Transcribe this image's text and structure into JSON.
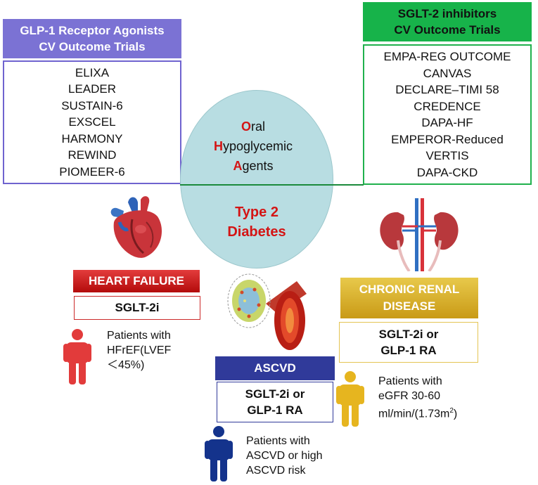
{
  "glp1": {
    "title_line1": "GLP-1 Receptor Agonists",
    "title_line2": "CV Outcome Trials",
    "trials": [
      "ELIXA",
      "LEADER",
      "SUSTAIN-6",
      "EXSCEL",
      "HARMONY",
      "REWIND",
      "PIOMEER-6"
    ],
    "color": "#7b72d4"
  },
  "sglt2": {
    "title_line1": "SGLT-2 inhibitors",
    "title_line2": "CV Outcome Trials",
    "trials": [
      "EMPA-REG OUTCOME",
      "CANVAS",
      "DECLARE–TIMI 58",
      "CREDENCE",
      "DAPA-HF",
      "EMPEROR-Reduced",
      "VERTIS",
      "DAPA-CKD"
    ],
    "color": "#17b34a"
  },
  "center": {
    "oha_line1_initial": "O",
    "oha_line1_rest": "ral",
    "oha_line2_initial": "H",
    "oha_line2_rest": "ypoglycemic",
    "oha_line3_initial": "A",
    "oha_line3_rest": "gents",
    "t2d_line1": "Type 2",
    "t2d_line2": "Diabetes"
  },
  "heart_failure": {
    "title": "HEART FAILURE",
    "therapy": "SGLT-2i",
    "note_line1": "Patients with",
    "note_line2": "HFrEF(LVEF",
    "note_line3": "＜45%)",
    "color": "#d42a2a"
  },
  "ascvd": {
    "title": "ASCVD",
    "therapy_line1": "SGLT-2i or",
    "therapy_line2": "GLP-1 RA",
    "note_line1": "Patients with",
    "note_line2": "ASCVD or high",
    "note_line3": "ASCVD risk",
    "color": "#303a9a"
  },
  "crd": {
    "title_line1": "CHRONIC RENAL",
    "title_line2": "DISEASE",
    "therapy_line1": "SGLT-2i or",
    "therapy_line2": "GLP-1 RA",
    "note_line1": "Patients with",
    "note_line2": "eGFR 30-60",
    "note_line3_main": "ml/min/(1.73m",
    "note_line3_sup": "2",
    "note_line3_end": ")",
    "color": "#e4b82a"
  },
  "icons": [
    "heart-icon",
    "kidney-icon",
    "artery-plaque-icon",
    "person-icon"
  ]
}
